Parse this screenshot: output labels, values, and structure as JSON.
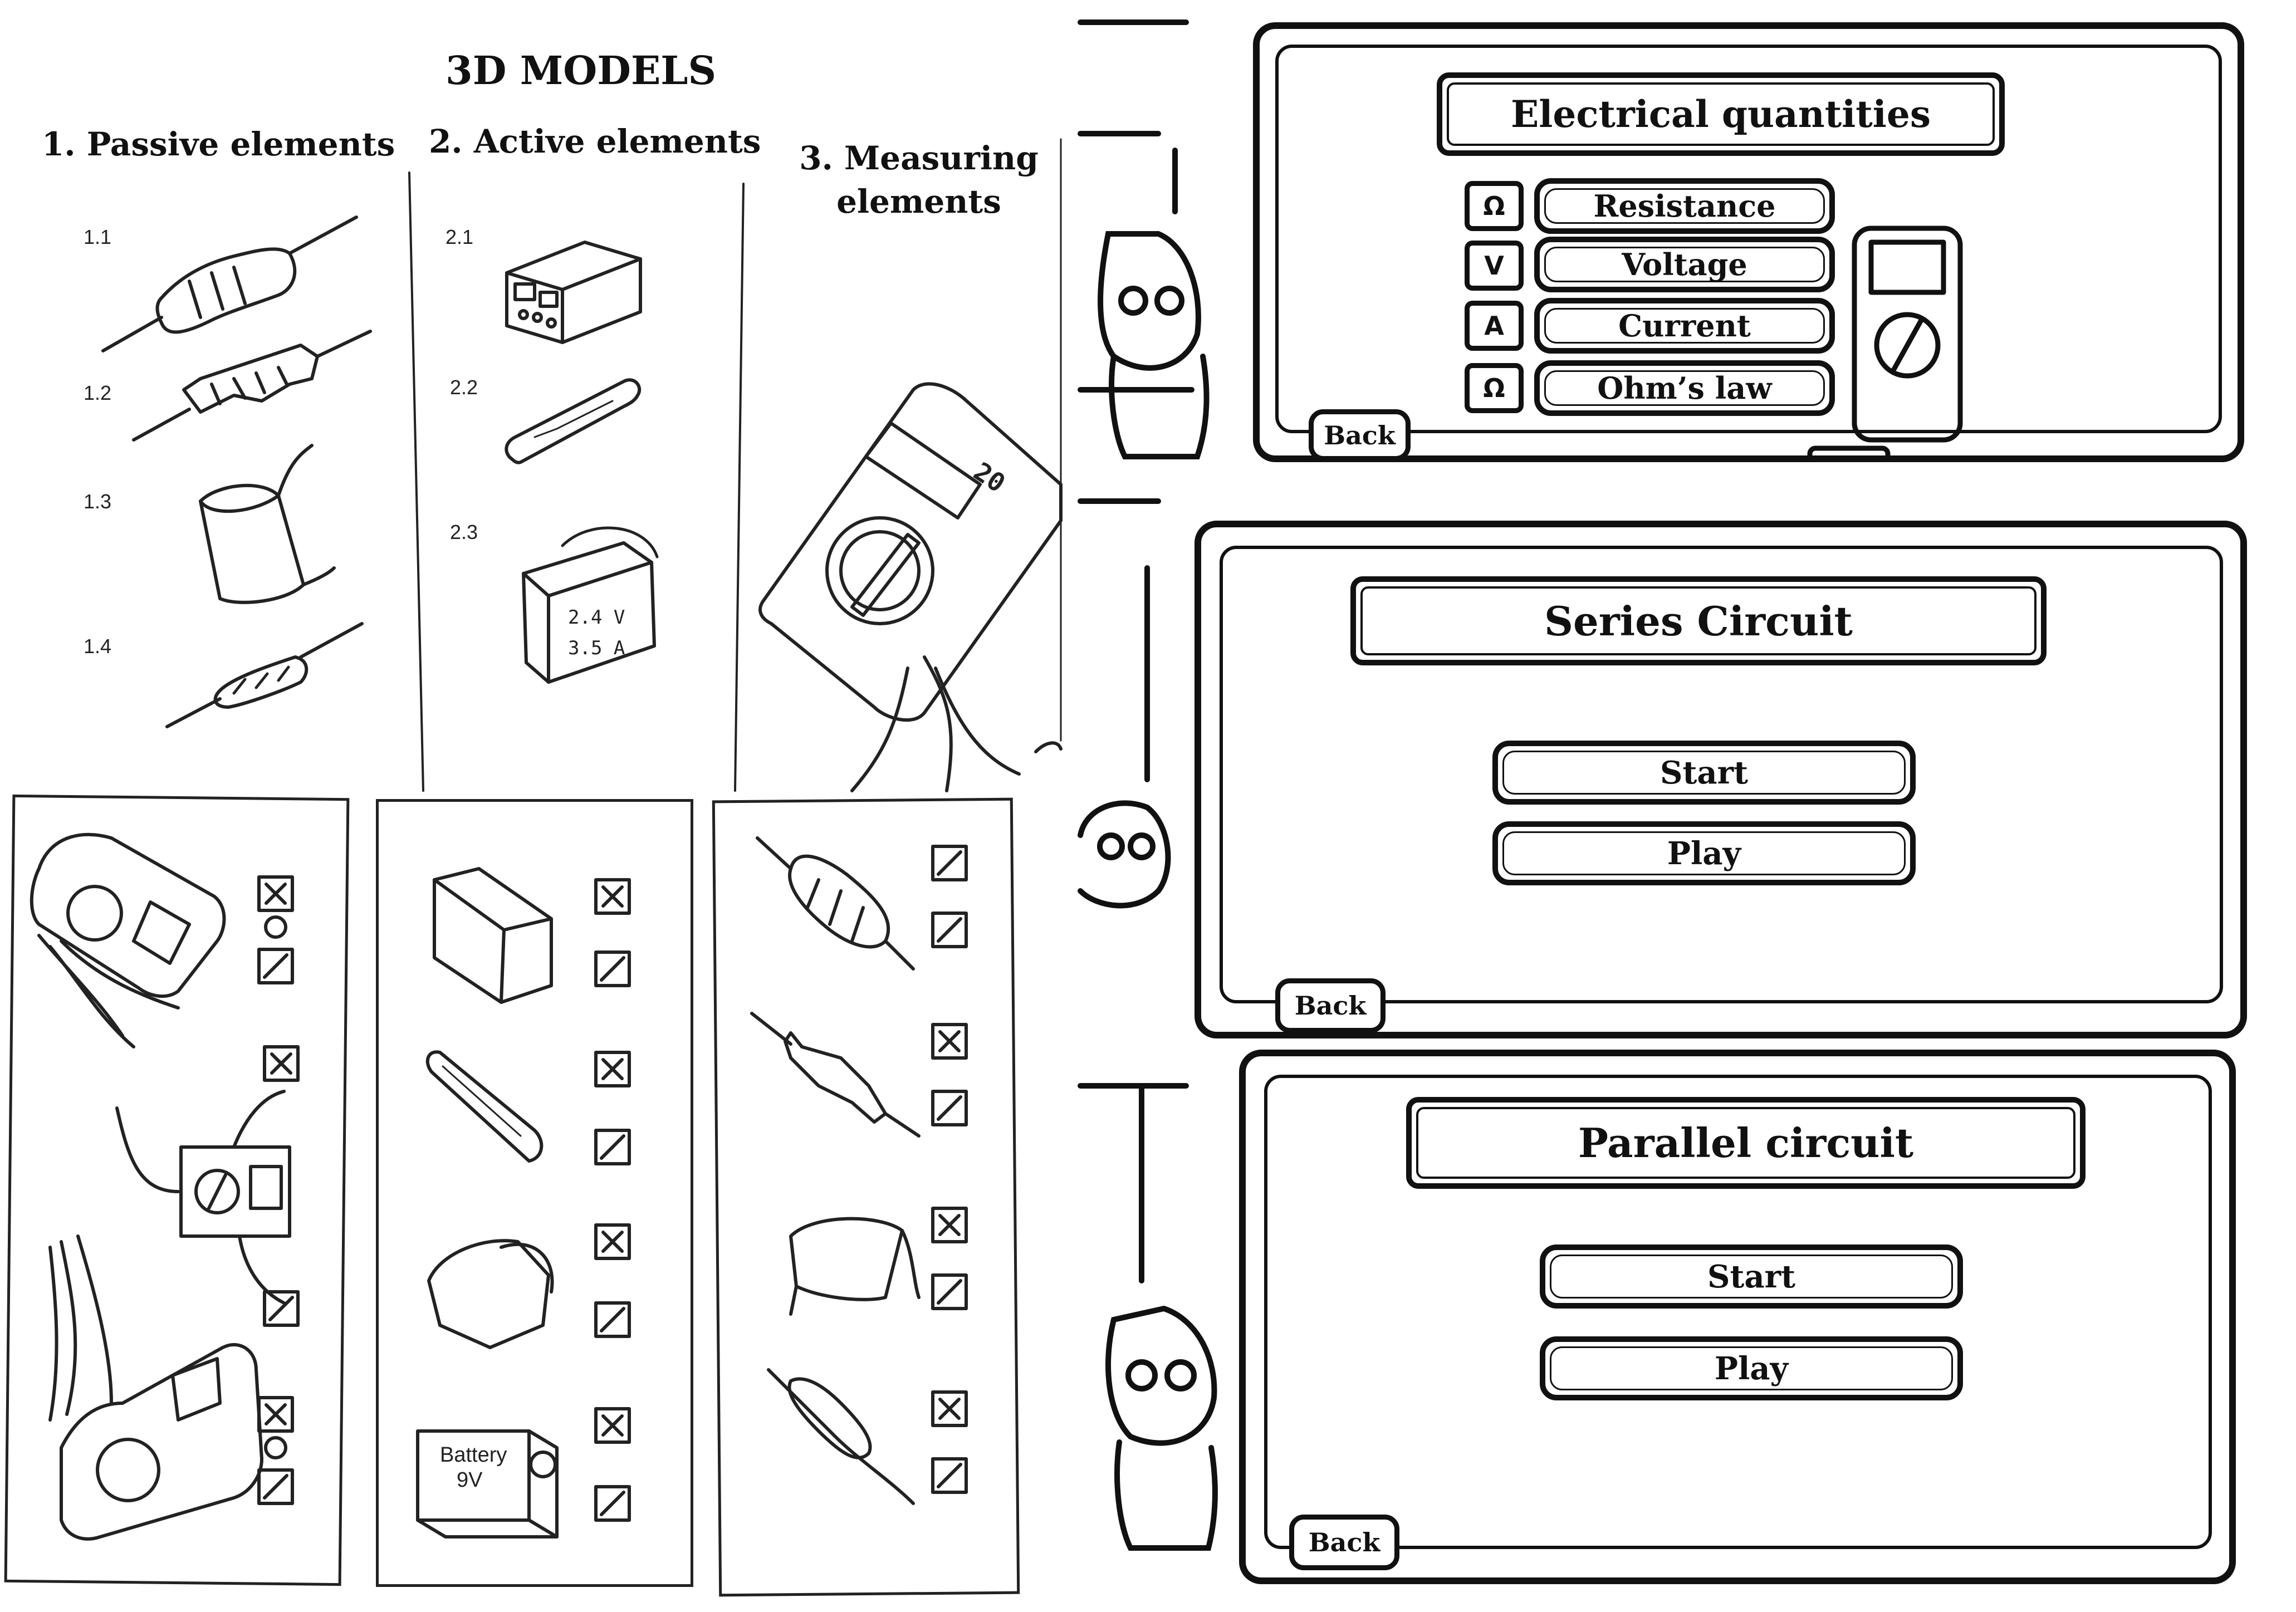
{
  "sketches": {
    "heading": "3D MODELS",
    "columns": [
      {
        "label": "1. Passive elements",
        "items": [
          "1.1",
          "1.2",
          "1.3",
          "1.4"
        ]
      },
      {
        "label": "2. Active elements",
        "items": [
          "2.1",
          "2.2",
          "2.3"
        ]
      },
      {
        "label": "3. Measuring elements",
        "items": []
      }
    ],
    "multimeter_display": "20",
    "panels": [
      {
        "id": "1.3",
        "battery_label": "",
        "mark": "x"
      },
      {
        "id": "1.2",
        "battery_label": "Battery\n9V",
        "mark": "x"
      },
      {
        "id": "1.1",
        "mark": "x"
      }
    ],
    "battery_text_line1": "Battery",
    "battery_text_line2": "9V"
  },
  "screens": {
    "electrical_quantities": {
      "title": "Electrical quantities",
      "buttons": [
        {
          "icon": "Ω",
          "label": "Resistance"
        },
        {
          "icon": "V",
          "label": "Voltage"
        },
        {
          "icon": "A",
          "label": "Current"
        },
        {
          "icon": "Ω",
          "label": "Ohm’s law"
        }
      ],
      "back": "Back"
    },
    "series_circuit": {
      "title": "Series Circuit",
      "buttons": [
        "Start",
        "Play"
      ],
      "back": "Back"
    },
    "parallel_circuit": {
      "title": "Parallel circuit",
      "buttons": [
        "Start",
        "Play"
      ],
      "back": "Back"
    }
  },
  "colors": {
    "ink": "#111111",
    "paper": "#ffffff",
    "pencil": "#333333"
  }
}
